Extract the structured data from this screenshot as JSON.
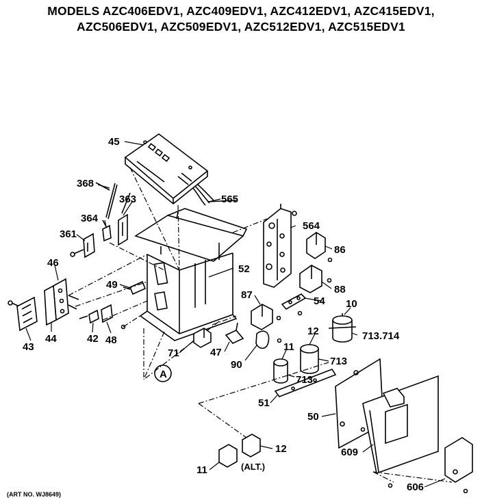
{
  "header": {
    "line1": "MODELS AZC406EDV1, AZC409EDV1, AZC412EDV1, AZC415EDV1,",
    "line2": "AZC506EDV1, AZC509EDV1, AZC512EDV1, AZC515EDV1"
  },
  "callouts": {
    "p45": "45",
    "p368": "368",
    "p363": "363",
    "p565": "565",
    "p364": "364",
    "p361": "361",
    "p564": "564",
    "p86": "86",
    "p46": "46",
    "p52": "52",
    "p88": "88",
    "p49": "49",
    "p87": "87",
    "p54": "54",
    "p10": "10",
    "p713_714": "713.714",
    "p12a": "12",
    "p11a": "11",
    "p713a": "713",
    "p43": "43",
    "p44": "44",
    "p42": "42",
    "p48": "48",
    "p71": "71",
    "p47": "47",
    "p90": "90",
    "p713b": "713",
    "pA": "A",
    "p51": "51",
    "p50": "50",
    "p609": "609",
    "p12b": "12",
    "p11b": "11",
    "alt": "(ALT.)",
    "p606": "606"
  },
  "footer": {
    "art_no": "(ART NO. WJ8649)"
  }
}
